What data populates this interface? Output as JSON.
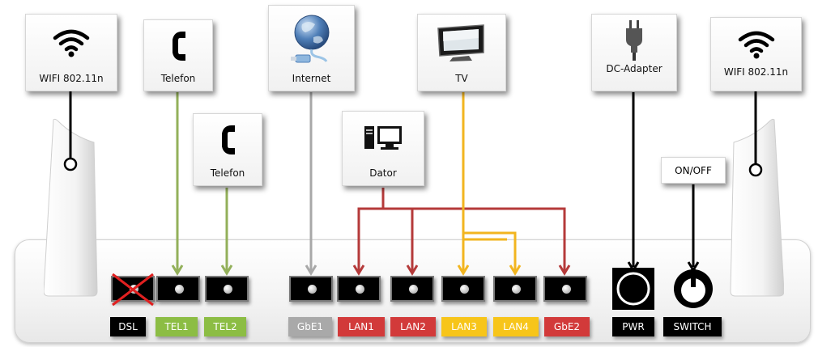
{
  "colors": {
    "phone_wire": "#93b05a",
    "internet_wire": "#a8a8a8",
    "lan_wire": "#b53a3a",
    "tv_wire": "#f2b51f",
    "black_wire": "#000000",
    "tag_black": "#000000",
    "tag_green": "#8cbd44",
    "tag_gray": "#a9a9a9",
    "tag_red": "#d23a3a",
    "tag_yellow": "#f7c51a",
    "cross": "#e02020"
  },
  "devices": {
    "wifi_left": {
      "label": "WIFI 802.11n",
      "icon": "wifi-icon"
    },
    "telefon_1": {
      "label": "Telefon",
      "icon": "phone-icon"
    },
    "telefon_2": {
      "label": "Telefon",
      "icon": "phone-icon"
    },
    "internet": {
      "label": "Internet",
      "icon": "globe-icon"
    },
    "tv": {
      "label": "TV",
      "icon": "tv-icon"
    },
    "dator": {
      "label": "Dator",
      "icon": "computer-icon"
    },
    "dc_adapter": {
      "label": "DC-Adapter",
      "icon": "power-plug-icon"
    },
    "wifi_right": {
      "label": "WIFI 802.11n",
      "icon": "wifi-icon"
    }
  },
  "switch_label": "ON/OFF",
  "ports": {
    "dsl": "DSL",
    "tel1": "TEL1",
    "tel2": "TEL2",
    "gbe1": "GbE1",
    "lan1": "LAN1",
    "lan2": "LAN2",
    "lan3": "LAN3",
    "lan4": "LAN4",
    "gbe2": "GbE2",
    "pwr": "PWR",
    "switch": "SWITCH"
  }
}
